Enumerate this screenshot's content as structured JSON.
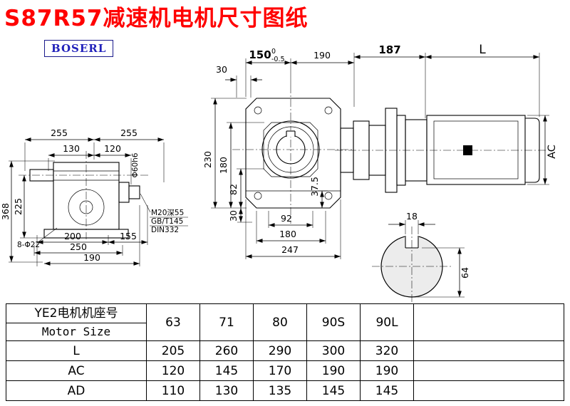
{
  "title": "S87R57减速机电机尺寸图纸",
  "logo": "BOSERL",
  "front_view": {
    "dim_150": "150",
    "tol_upper": "0",
    "tol_lower": "-0.5",
    "dim_190": "190",
    "dim_30_top": "30",
    "dim_187": "187",
    "dim_L": "L",
    "dim_230": "230",
    "dim_180_left": "180",
    "dim_82": "82",
    "dim_30_bottom": "30",
    "dim_92": "92",
    "dim_180_bottom": "180",
    "dim_247": "247",
    "dim_37_5": "37.5",
    "dim_AC": "AC"
  },
  "side_view": {
    "dim_255_left": "255",
    "dim_255_right": "255",
    "dim_130": "130",
    "dim_120": "120",
    "dim_368": "368",
    "dim_225": "225",
    "dim_200": "200",
    "dim_155": "155",
    "dim_250": "250",
    "dim_190": "190",
    "dim_holes": "8-Φ22",
    "dim_shaft": "Φ60h6",
    "callout": {
      "line1": "M20深55",
      "line2": "GB/T145",
      "line3": "DIN332"
    }
  },
  "shaft_section": {
    "dim_18": "18",
    "dim_64": "64"
  },
  "table": {
    "header": {
      "cn": "YE2电机机座号",
      "en": "Motor Size"
    },
    "sizes": [
      "63",
      "71",
      "80",
      "90S",
      "90L"
    ],
    "rows": [
      {
        "label": "L",
        "values": [
          "205",
          "260",
          "290",
          "300",
          "320"
        ]
      },
      {
        "label": "AC",
        "values": [
          "120",
          "145",
          "170",
          "190",
          "190"
        ]
      },
      {
        "label": "AD",
        "values": [
          "110",
          "130",
          "135",
          "145",
          "145"
        ]
      }
    ]
  },
  "colors": {
    "title": "#ff0000",
    "logo": "#2222bb",
    "line": "#000000"
  }
}
